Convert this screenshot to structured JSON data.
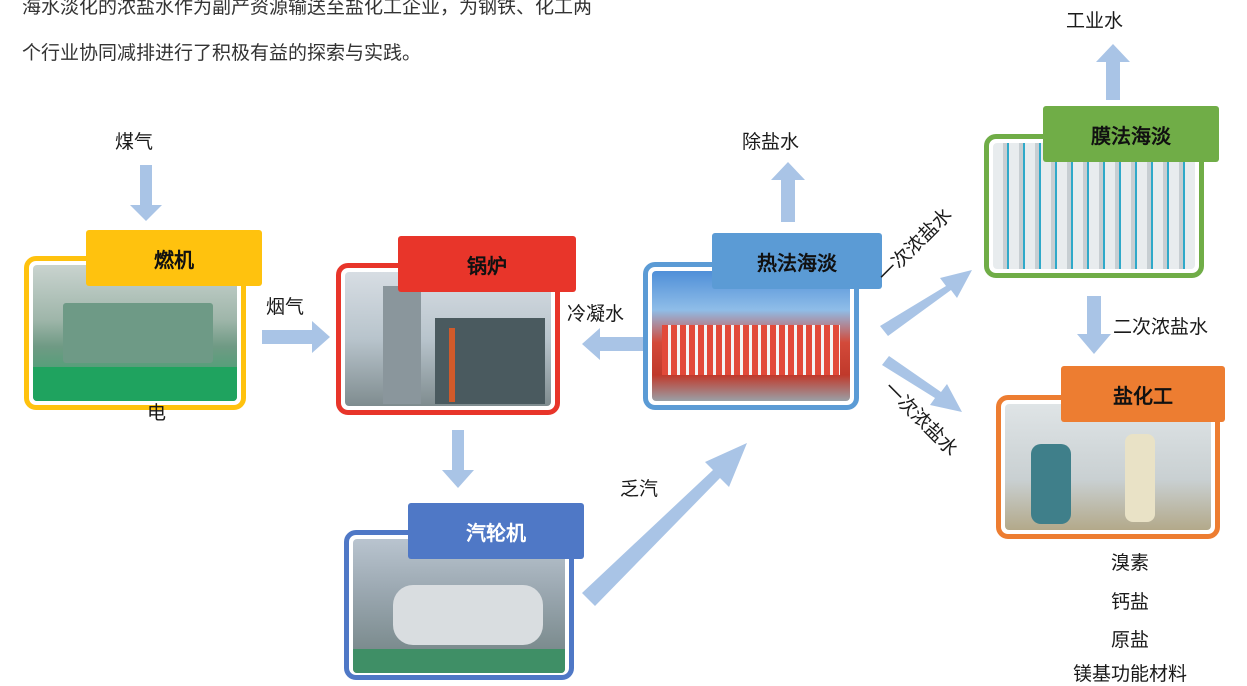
{
  "intro": {
    "line1": "海水淡化的浓盐水作为副产资源输送至盐化工企业，为钢铁、化工两",
    "line2": "个行业协同减排进行了积极有益的探索与实践。"
  },
  "nodes": {
    "ranji": "燃机",
    "guolu": "锅炉",
    "qilunji": "汽轮机",
    "refa": "热法海淡",
    "mofa": "膜法海淡",
    "yanhuagong": "盐化工"
  },
  "labels": {
    "meiqi": "煤气",
    "dian": "电",
    "yanqi": "烟气",
    "lengningshui": "冷凝水",
    "chuyanshui": "除盐水",
    "faqi": "乏汽",
    "gongyeshui": "工业水",
    "erci": "二次浓盐水",
    "yici_up": "一次浓盐水",
    "yici_down": "一次浓盐水"
  },
  "products": [
    "溴素",
    "钙盐",
    "原盐",
    "镁基功能材料"
  ],
  "colors": {
    "arrow": "#a9c4e6",
    "ranji": "#ffc20e",
    "guolu": "#e8352a",
    "qilunji": "#4f78c6",
    "refa": "#5b9bd5",
    "mofa": "#70ad47",
    "yanhuagong": "#ed7d31"
  }
}
